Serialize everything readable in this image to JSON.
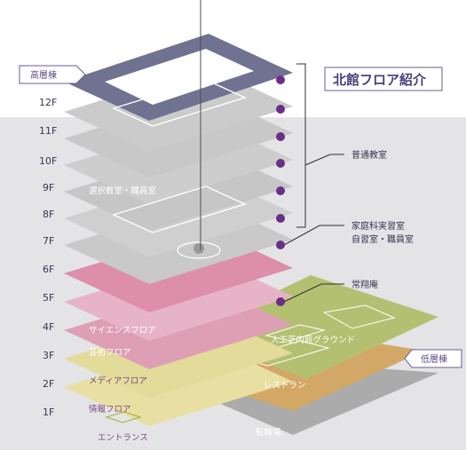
{
  "title": "北館フロア紹介",
  "tags": {
    "high": "高層棟",
    "low": "低層棟"
  },
  "floors": [
    "12F",
    "11F",
    "10F",
    "9F",
    "8F",
    "7F",
    "6F",
    "5F",
    "4F",
    "3F",
    "2F",
    "1F"
  ],
  "zone_labels": {
    "nine": "選択教室・職員室",
    "four": "サイエンスフロア",
    "three": "芸術フロア",
    "two": "メディアフロア",
    "one": "情報フロア",
    "entrance": "エントランス",
    "court": "人工芝内庭グラウンド",
    "restaurant": "レストラン",
    "parking": "駐輪場"
  },
  "callouts": {
    "regular": "普通教室",
    "home_ec": "家庭科実習室",
    "self_study": "自習室・職員室",
    "joshoan": "常翔庵"
  },
  "colors": {
    "accent": "#7a3f96",
    "top_floor": "#6f7391",
    "gray": "#c3c3c3",
    "pink": "#dd8ea8",
    "olive": "#b5bf74",
    "orange": "#d6b07a"
  }
}
